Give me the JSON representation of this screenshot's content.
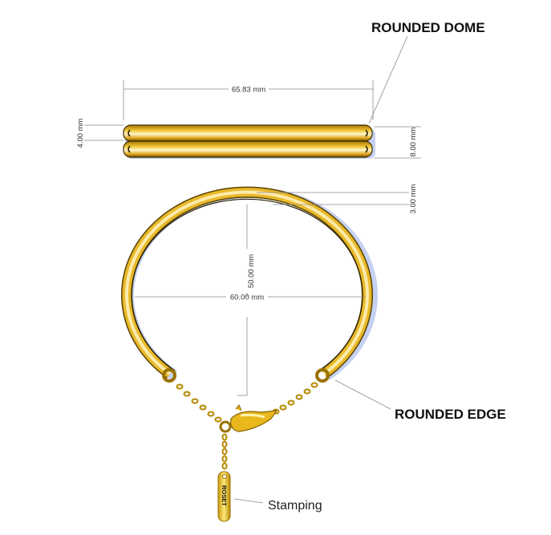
{
  "callouts": {
    "rounded_dome": "ROUNDED DOME",
    "rounded_edge": "ROUNDED EDGE",
    "stamping": "Stamping"
  },
  "dimensions": {
    "length": "65.83 mm",
    "band_width": "4.00 mm",
    "total_width": "8.00 mm",
    "thickness": "3.00 mm",
    "inner_height": "50.00 mm",
    "inner_width": "60.00 mm"
  },
  "tag_stamp": "ROSET",
  "colors": {
    "gold": "#e0b020",
    "gold_light": "#fff2b0",
    "gold_dark": "#8a6400",
    "shadow": "#8aa0e0"
  }
}
